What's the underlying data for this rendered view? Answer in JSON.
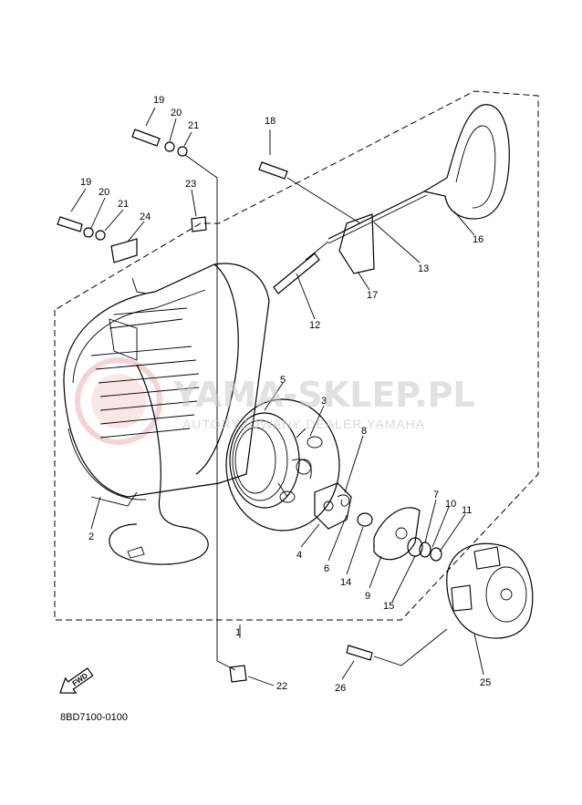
{
  "diagram": {
    "part_labels": [
      "1",
      "2",
      "3",
      "4",
      "5",
      "6",
      "7",
      "8",
      "9",
      "10",
      "11",
      "12",
      "13",
      "14",
      "15",
      "16",
      "17",
      "18",
      "19",
      "19",
      "20",
      "20",
      "21",
      "21",
      "22",
      "23",
      "24",
      "25",
      "26"
    ],
    "drawing_code": "8BD7100-0100",
    "fwd_label": "FWD",
    "watermark": {
      "main": "YAMA-SKLEP.PL",
      "sub": "AUTORYZOWANY DEALER YAMAHA"
    },
    "colors": {
      "line": "#000000",
      "watermark_text": "#c9c9c9",
      "watermark_logo": "#e8a0a0"
    },
    "icons": [
      "fwd-arrow-icon",
      "watermark-logo-icon"
    ]
  }
}
